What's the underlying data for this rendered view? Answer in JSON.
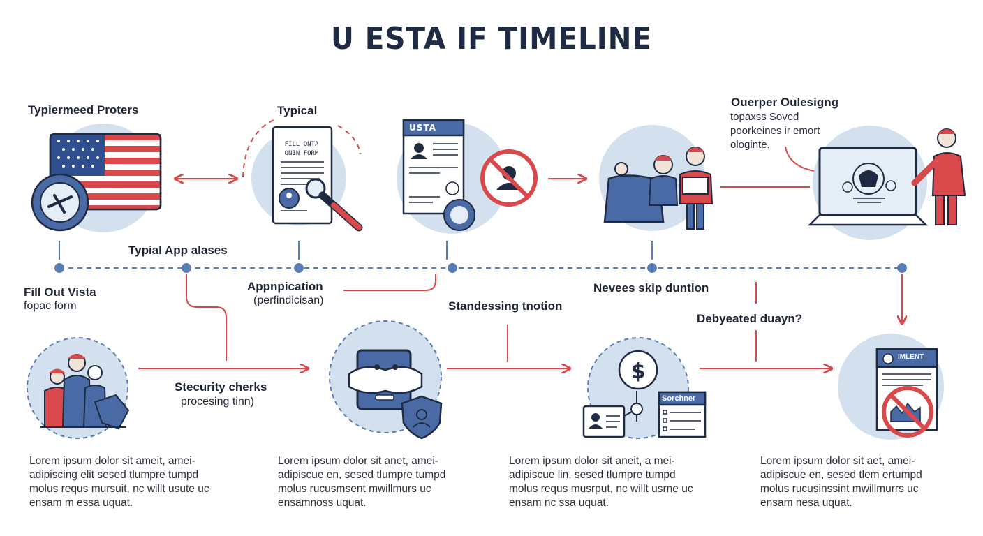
{
  "title": "U ESTA IF TIMELINE",
  "colors": {
    "navy": "#1f2b43",
    "blue": "#5a7db5",
    "light_blue": "#d3e0ee",
    "red": "#d9494b",
    "dashed_line": "#5a7db5"
  },
  "top_labels": {
    "typiermeed": "Typiermeed Proters",
    "typical": "Typical",
    "ourper_title": "Ouerper Oulesigng",
    "ourper_sub": "topaxss Soved\npoorkeines ir emort\nologinte."
  },
  "timeline_labels": {
    "typial_app": "Typial App alases",
    "fill_out": "Fill Out Vista",
    "fill_out_sub": "fopac form",
    "application": "Appnpication",
    "application_sub": "(perfindicisan)",
    "standessing": "Standessing tnotion",
    "nevees": "Nevees skip duntion",
    "debyeated": "Debyeated duayn?",
    "security": "Stecurity cherks",
    "security_sub": "procesing tinn)"
  },
  "icon_texts": {
    "form_line1": "FILL ONTA",
    "form_line2": "ONIN FORM",
    "usta": "USTA",
    "sorchner": "Sorchner",
    "imlent": "IMLENT"
  },
  "body_texts": [
    "Lorem ipsum dolor sit  ameit, amei-\nadipiscing elit sesed tlumpre tumpd\nmolus  requs mursuit, nc willt usute uc\nensam m essa uquat.",
    "Lorem ipsum dolor sit anet, amei-\nadipiscue en, sesed tlumpre tumpd\nmolus  rucusmsent mwillmurs uc\nensamnoss uquat.",
    "Lorem ipsum dolor sit  aneit, a mei-\nadipiscue lin, sesed tlumpre tumpd\nmolus  requs musrput, nc willt usrne uc\nensam nc ssa uquat.",
    "Lorem ipsum dolor sit aet, amei-\nadipiscue en, sesed tlem ertumpd\nmolus  rucusinssint mwillmurrs uc\nensam nesa uquat."
  ],
  "icons": [
    "flag-icon",
    "plane-badge-icon",
    "form-icon",
    "magnifier-icon",
    "passport-icon",
    "prohibited-icon",
    "officers-icon",
    "laptop-seal-icon",
    "presenter-icon",
    "group-icon",
    "robot-icon",
    "shield-icon",
    "dollar-icon",
    "id-card-icon",
    "document-icon",
    "denied-doc-icon"
  ]
}
